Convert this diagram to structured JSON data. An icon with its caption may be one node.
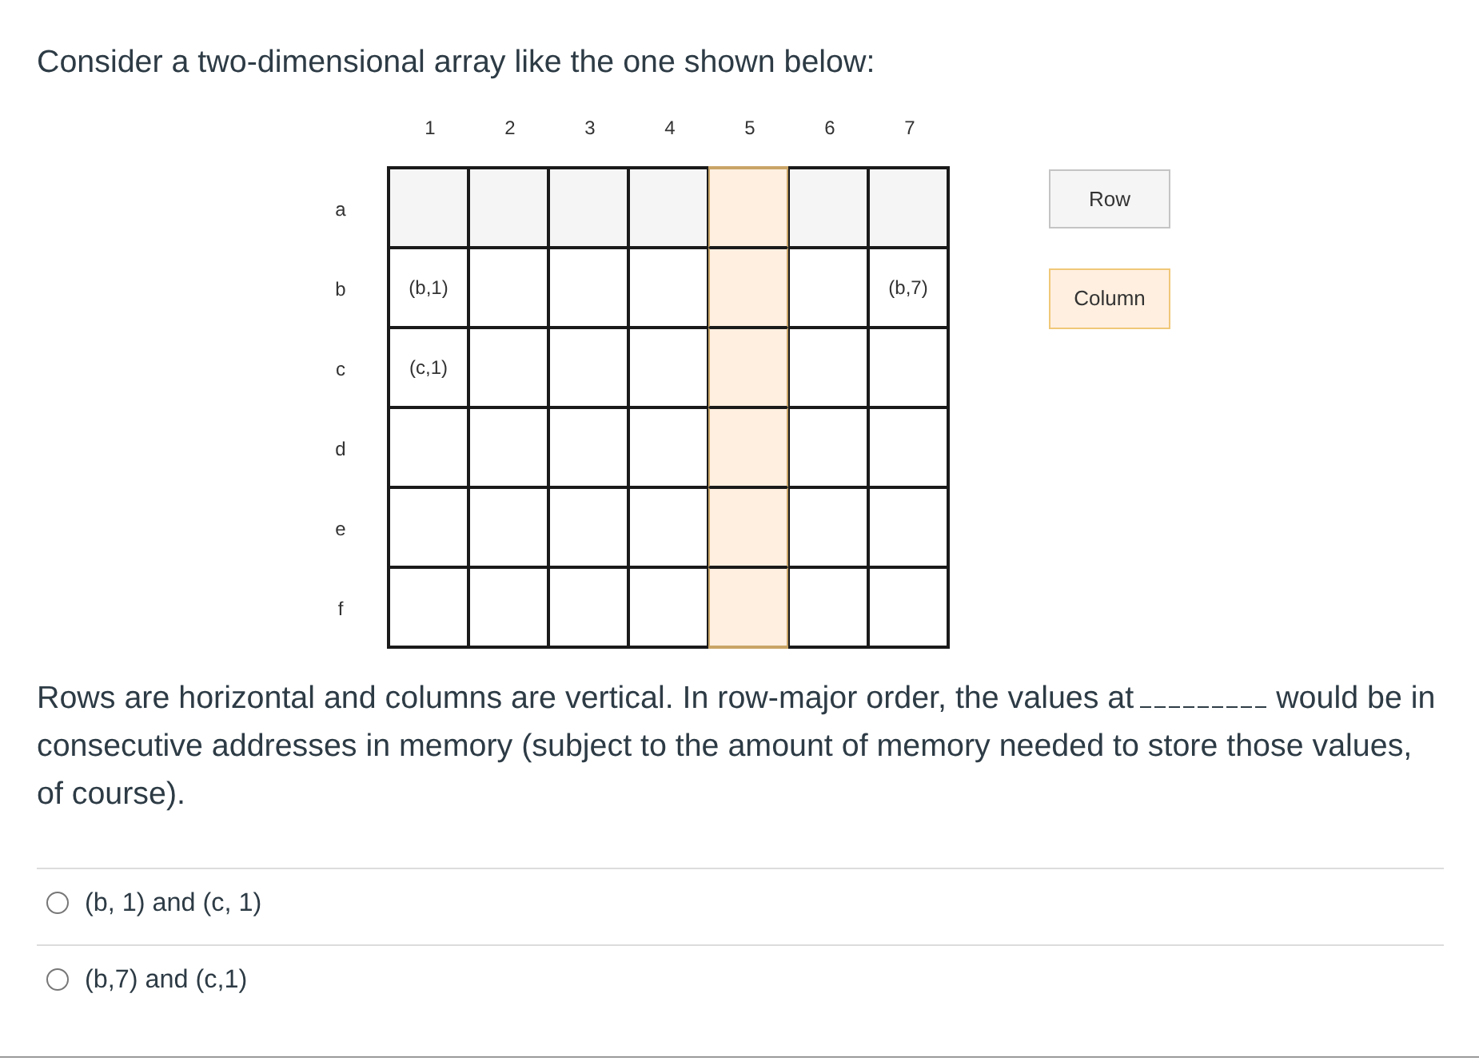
{
  "diagram": {
    "title": "Consider a two-dimensional array like the one shown below:",
    "nodes": [
      {
        "text": [],
        "shape": "box"
      },
      {
        "text": [],
        "shape": "box"
      },
      {
        "text": [],
        "shape": "box"
      },
      {
        "text": [],
        "shape": "box"
      },
      {
        "text": [],
        "shape": "box"
      },
      {
        "text": [],
        "shape": "box"
      },
      {
        "text": [],
        "shape": "box"
      },
      {
        "text": [
          "(b,1)"
        ]
      },
      {
        "text": [],
        "shape": "box"
      },
      {
        "text": [],
        "shape": "box"
      },
      {
        "text": [],
        "shape": "box"
      },
      {
        "text": [],
        "shape": "box"
      },
      {
        "text": [],
        "shape": "box"
      },
      {
        "text": [
          "(b,7)"
        ]
      },
      {
        "text": [
          "(c,1)"
        ]
      },
      {
        "text": [],
        "shape": "box"
      },
      {
        "text": [],
        "shape": "box"
      },
      {
        "text": [],
        "shape": "box"
      },
      {
        "text": [],
        "shape": "box"
      },
      {
        "text": [],
        "shape": "box"
      },
      {
        "text": [],
        "shape": "box"
      },
      {
        "text": [],
        "shape": "box"
      },
      {
        "text": [],
        "shape": "box"
      },
      {
        "text": [],
        "shape": "box"
      },
      {
        "text": [],
        "shape": "box"
      },
      {
        "text": [],
        "shape": "box"
      },
      {
        "text": [],
        "shape": "box"
      },
      {
        "text": [],
        "shape": "box"
      },
      {
        "text": [],
        "shape": "box"
      },
      {
        "text": [],
        "shape": "box"
      },
      {
        "text": [],
        "shape": "box"
      },
      {
        "text": [],
        "shape": "box"
      },
      {
        "text": [],
        "shape": "box"
      },
      {
        "text": [],
        "shape": "box"
      },
      {
        "text": [],
        "shape": "box"
      },
      {
        "text": [],
        "shape": "box"
      },
      {
        "text": [],
        "shape": "box"
      },
      {
        "text": [],
        "shape": "box"
      },
      {
        "text": [],
        "shape": "box"
      },
      {
        "text": [],
        "shape": "box"
      },
      {
        "text": [],
        "shape": "box"
      },
      {
        "text": [],
        "shape": "box"
      }
    ],
    "labels": [
      "1",
      "2",
      "3",
      "4",
      "5",
      "6",
      "7",
      "a",
      "b",
      "c",
      "d",
      "e",
      "f",
      "Rows are horizontal and columns are vertical. In row-major order, the values at",
      "would be in consecutive addresses in memory (subject to the amount of memory needed to store those values, of course).",
      "(b, 1) and (c, 1)",
      "(b,7) and (c,1)"
    ],
    "legend": [
      {
        "text": "Row",
        "color": "#f5f5f5"
      },
      {
        "text": "Column",
        "color": "#ffefe0"
      }
    ]
  }
}
